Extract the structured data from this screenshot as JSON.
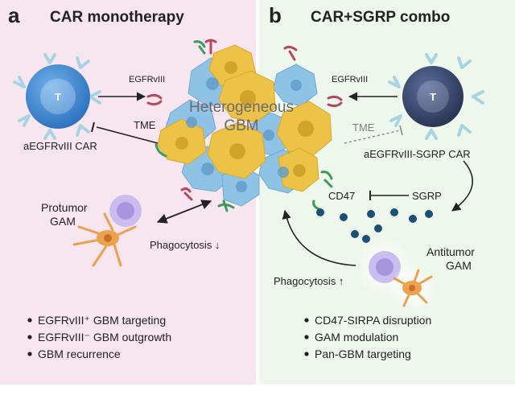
{
  "panel_a": {
    "letter": "a",
    "title": "CAR monotherapy",
    "tcell_letter": "T",
    "car_label": "aEGFRvIII CAR",
    "egfrviii_label": "EGFRvIII",
    "tme_label": "TME",
    "gam_label_line1": "Protumor",
    "gam_label_line2": "GAM",
    "phago_label": "Phagocytosis ↓",
    "bullets": [
      "EGFRvIII⁺ GBM targeting",
      "EGFRvIII⁻ GBM outgrowth",
      "GBM recurrence"
    ],
    "background_color": "#f7e6f0"
  },
  "center": {
    "tumor_line1": "Heterogeneous",
    "tumor_line2": "GBM"
  },
  "panel_b": {
    "letter": "b",
    "title": "CAR+SGRP combo",
    "tcell_letter": "T",
    "car_label": "aEGFRvIII-SGRP CAR",
    "egfrviii_label": "EGFRvIII",
    "tme_label": "TME",
    "cd47_label": "CD47",
    "sgrp_label": "SGRP",
    "gam_label_line1": "Antitumor",
    "gam_label_line2": "GAM",
    "phago_label": "Phagocytosis ↑",
    "bullets": [
      "CD47-SIRPA disruption",
      "GAM modulation",
      "Pan-GBM targeting"
    ],
    "background_color": "#eef7ec"
  },
  "colors": {
    "tcell_a": "#3d86d2",
    "tcell_b": "#36466e",
    "receptor": "#a6d4e2",
    "tumor_yellow": "#ecc247",
    "tumor_blue": "#8fc3e6",
    "egfr_red": "#b5485c",
    "green_receptor": "#3d9a5a",
    "tme_red": "#cc5c6a",
    "sgrp_dot": "#1c4f74",
    "gam_purple": "#c7b9ee",
    "gam_orange": "#eda04e"
  }
}
